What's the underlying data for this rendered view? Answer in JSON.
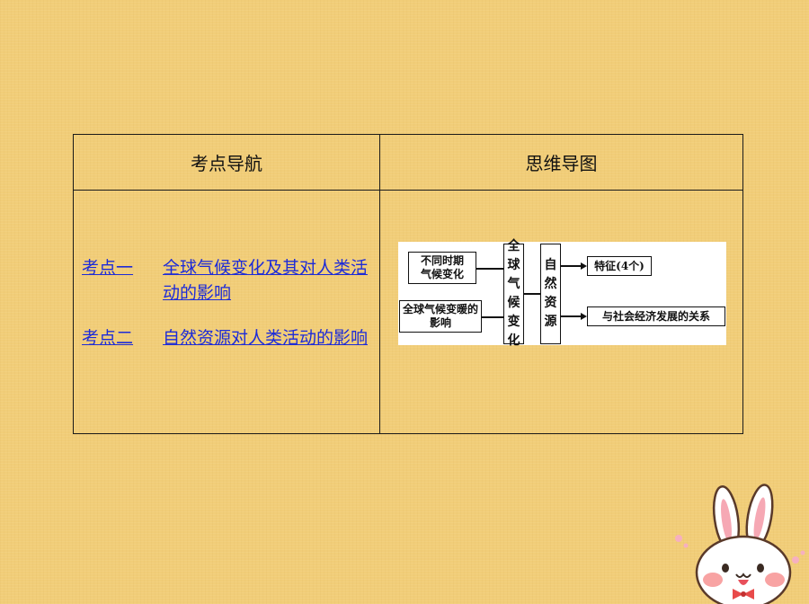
{
  "table": {
    "header_left": "考点导航",
    "header_right": "思维导图"
  },
  "nav": {
    "items": [
      {
        "num": "考点一",
        "title": "全球气候变化及其对人类活动的影响"
      },
      {
        "num": "考点二",
        "title": "自然资源对人类活动的影响"
      }
    ]
  },
  "mindmap": {
    "box1": "不同时期气候变化",
    "box2": "全球气候变暖的影响",
    "box3": [
      "全",
      "球",
      "气",
      "候",
      "变",
      "化"
    ],
    "box4": [
      "自",
      "然",
      "资",
      "源"
    ],
    "box5": "特征(4个)",
    "box6": "与社会经济发展的关系"
  },
  "colors": {
    "background": "#f1cd78",
    "link": "#1d2bd8"
  },
  "decoration": {
    "mascot": "bunny-icon"
  }
}
